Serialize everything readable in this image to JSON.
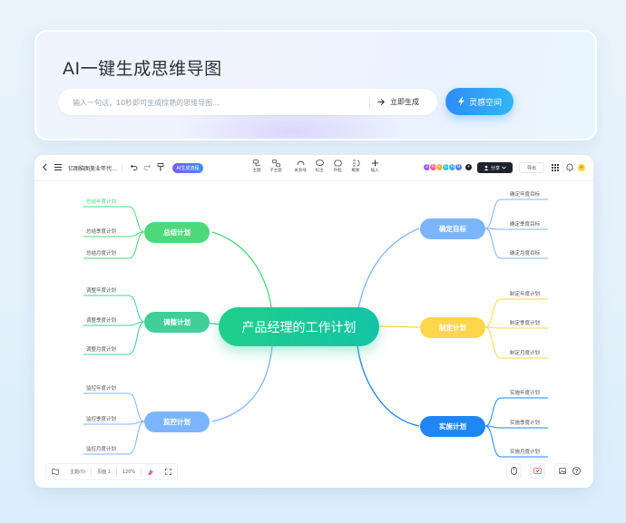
{
  "hero": {
    "title": "AI一键生成思维导图",
    "prompt_placeholder": "输入一句话，10秒即可生成惊艳的思维导图...",
    "generate_label": "立即生成",
    "inspiration_label": "灵感空间"
  },
  "app": {
    "toolbar": {
      "doc_title": "亿图脑图美业年代...",
      "ai_badge": "AI生成流程",
      "tools": [
        {
          "label": "主题",
          "icon": "topic-icon"
        },
        {
          "label": "子主题",
          "icon": "subtopic-icon"
        },
        {
          "label": "关系线",
          "icon": "relation-line-icon"
        },
        {
          "label": "标注",
          "icon": "callout-icon"
        },
        {
          "label": "外框",
          "icon": "boundary-icon"
        },
        {
          "label": "概要",
          "icon": "summary-icon"
        },
        {
          "label": "插入",
          "icon": "plus-icon"
        }
      ],
      "avatars": [
        {
          "letter": "Z",
          "color": "#9b59ff"
        },
        {
          "letter": "R",
          "color": "#ff5b8a"
        },
        {
          "letter": "Y",
          "color": "#ffa940"
        },
        {
          "letter": "C",
          "color": "#36cfc9"
        },
        {
          "letter": "H",
          "color": "#40a9ff"
        },
        {
          "letter": "B",
          "color": "#597ef7"
        }
      ],
      "share_label": "分享",
      "export_label": "导出",
      "user_initial": "H"
    },
    "mindmap": {
      "center": "产品经理的工作计划",
      "branches": [
        {
          "name": "总结计划",
          "color": "#4cd97b",
          "children": [
            "总结年度计划",
            "总结季度计划",
            "总结月度计划"
          ]
        },
        {
          "name": "调整计划",
          "color": "#3fd09a",
          "children": [
            "调整年度计划",
            "调整季度计划",
            "调整月度计划"
          ]
        },
        {
          "name": "监控计划",
          "color": "#7cb5ff",
          "children": [
            "监控年度计划",
            "监控季度计划",
            "监控月度计划"
          ]
        },
        {
          "name": "确定目标",
          "color": "#7cb5ff",
          "children": [
            "确定年度目标",
            "确定季度目标",
            "确定月度目标"
          ]
        },
        {
          "name": "制定计划",
          "color": "#ffd54a",
          "children": [
            "制定年度计划",
            "制定季度计划",
            "制定月度计划"
          ]
        },
        {
          "name": "实施计划",
          "color": "#1f86f3",
          "children": [
            "实施年度计划",
            "实施季度计划",
            "实施月度计划"
          ]
        }
      ]
    },
    "bottom": {
      "topic_count": "主题(0)",
      "page": "页面 1",
      "zoom": "120%"
    }
  }
}
